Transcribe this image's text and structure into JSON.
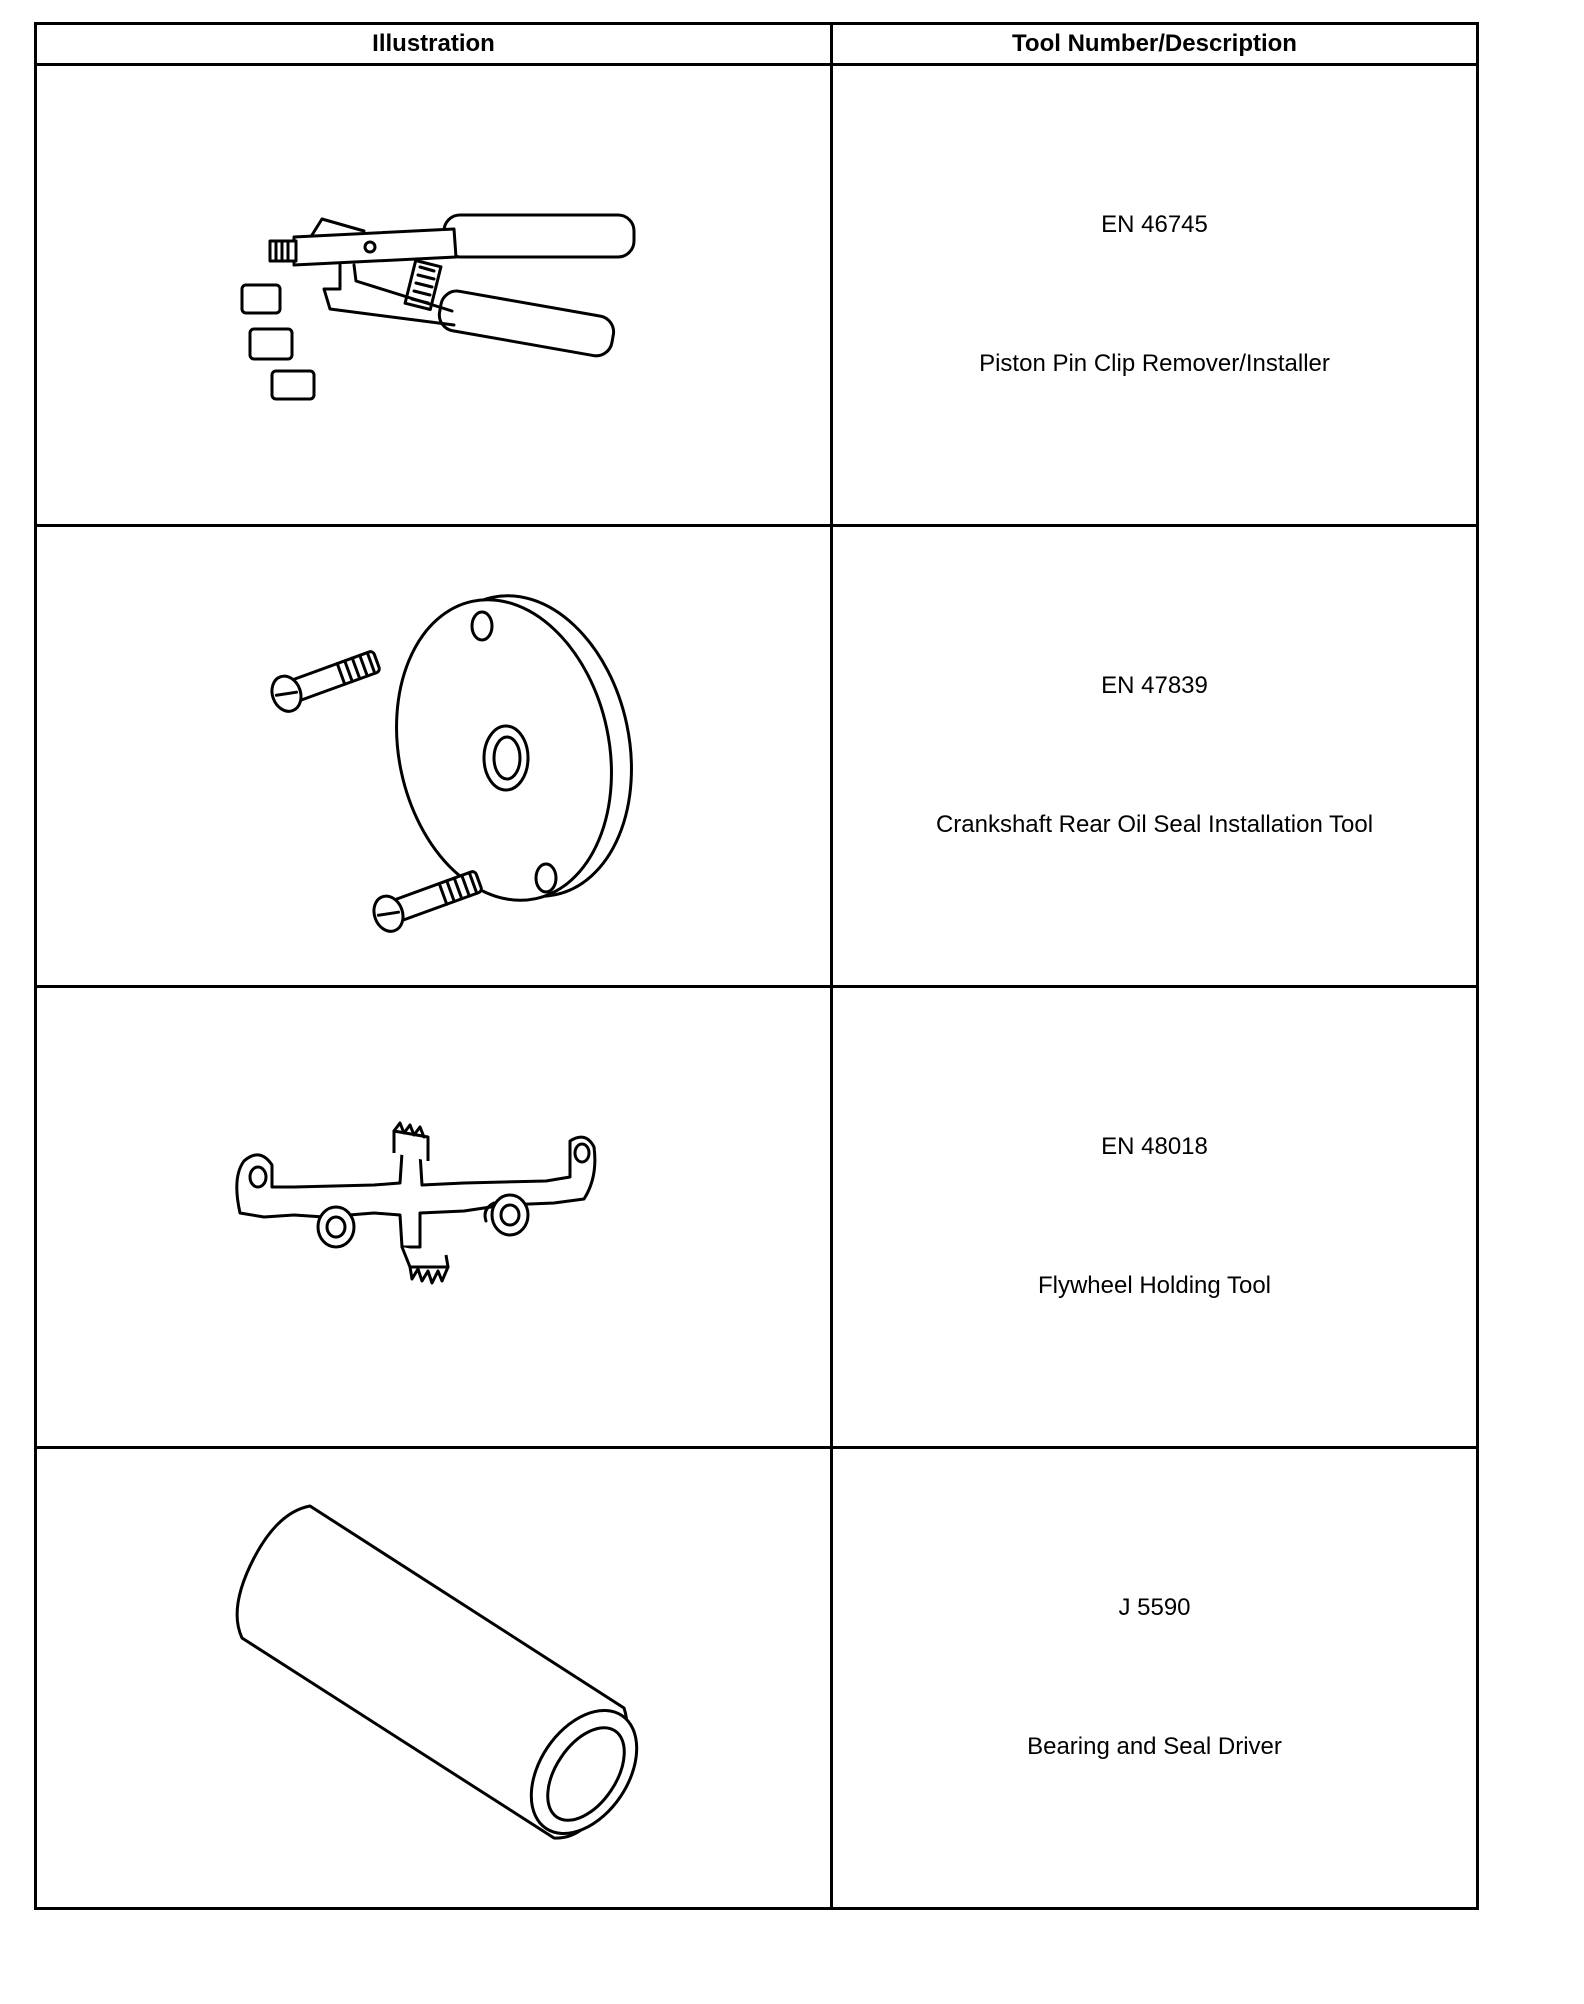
{
  "table": {
    "headers": {
      "illustration": "Illustration",
      "tool": "Tool Number/Description"
    },
    "rows": [
      {
        "number": "EN 46745",
        "description": "Piston Pin Clip Remover/Installer",
        "illustration_icon": "pliers-tool-icon"
      },
      {
        "number": "EN 47839",
        "description": "Crankshaft Rear Oil Seal Installation Tool",
        "illustration_icon": "seal-installer-disc-icon"
      },
      {
        "number": "EN 48018",
        "description": "Flywheel Holding Tool",
        "illustration_icon": "flywheel-holding-bracket-icon"
      },
      {
        "number": "J 5590",
        "description": "Bearing and Seal Driver",
        "illustration_icon": "cylinder-driver-icon"
      }
    ]
  }
}
